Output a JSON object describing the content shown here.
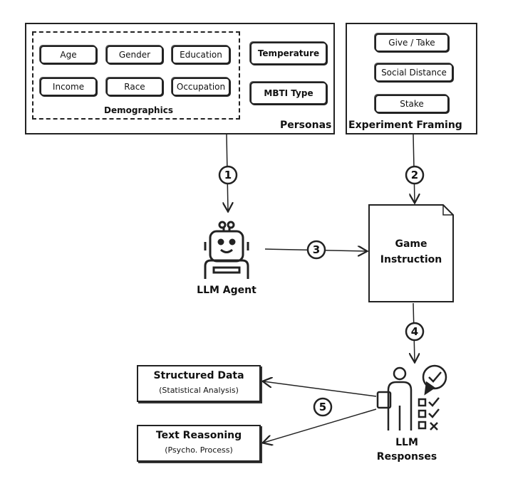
{
  "personas": {
    "title": "Personas",
    "demographics_title": "Demographics",
    "demographics": [
      "Age",
      "Gender",
      "Education",
      "Income",
      "Race",
      "Occupation"
    ],
    "temperature": "Temperature",
    "mbti": "MBTI Type"
  },
  "framing": {
    "title": "Experiment Framing",
    "items": [
      "Give / Take",
      "Social Distance",
      "Stake"
    ]
  },
  "steps": [
    "1",
    "2",
    "3",
    "4",
    "5"
  ],
  "agent": {
    "label": "LLM Agent"
  },
  "game": {
    "line1": "Game",
    "line2": "Instruction"
  },
  "responses": {
    "line1": "LLM",
    "line2": "Responses"
  },
  "outputs": {
    "structured": {
      "title": "Structured Data",
      "subtitle": "(Statistical Analysis)"
    },
    "text": {
      "title": "Text Reasoning",
      "subtitle": "(Psycho. Process)"
    }
  }
}
